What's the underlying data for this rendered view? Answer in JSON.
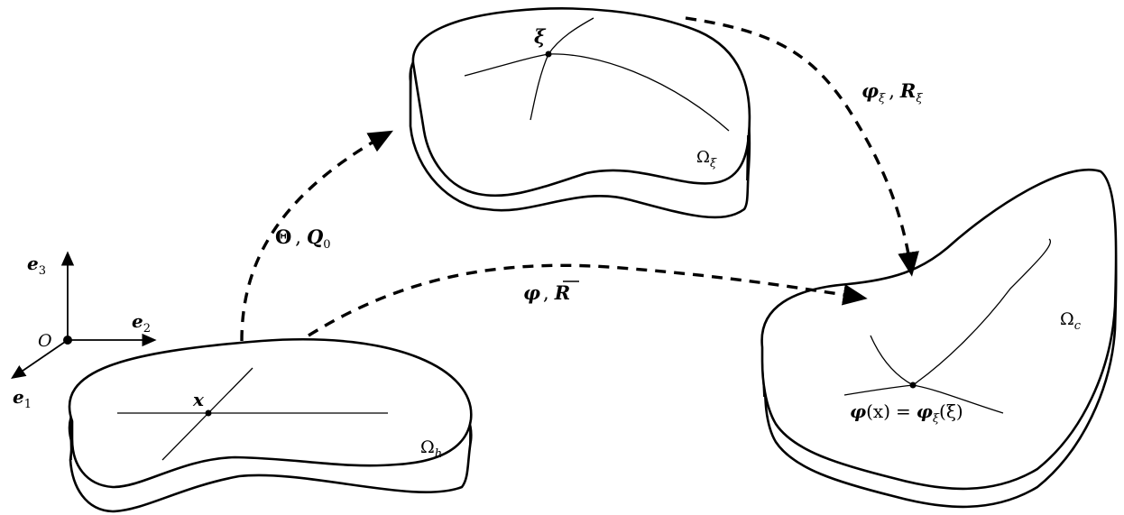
{
  "axes": {
    "origin": "O",
    "e1": {
      "base": "e",
      "sub": "1"
    },
    "e2": {
      "base": "e",
      "sub": "2"
    },
    "e3": {
      "base": "e",
      "sub": "3"
    }
  },
  "domains": {
    "omega_h": {
      "base": "Ω",
      "sub": "h"
    },
    "omega_xi": {
      "base": "Ω",
      "sub": "ξ"
    },
    "omega_c": {
      "base": "Ω",
      "sub": "c"
    }
  },
  "points": {
    "x": "x",
    "xi": "ξ",
    "image": {
      "lhs": "φ",
      "lhs_arg": "(x)",
      "eq": "=",
      "rhs": "φ",
      "rhs_sub": "ξ",
      "rhs_arg": "(ξ)"
    }
  },
  "maps": {
    "theta_q0": {
      "theta": "Θ",
      "sep": ",",
      "q": "Q",
      "q_sub": "0"
    },
    "phi_xi_r_xi": {
      "phi": "φ",
      "phi_sub": "ξ",
      "sep": ",",
      "r": "R",
      "r_sub": "ξ"
    },
    "phi_rbar": {
      "phi": "φ",
      "sep": ",",
      "r": "R"
    }
  }
}
